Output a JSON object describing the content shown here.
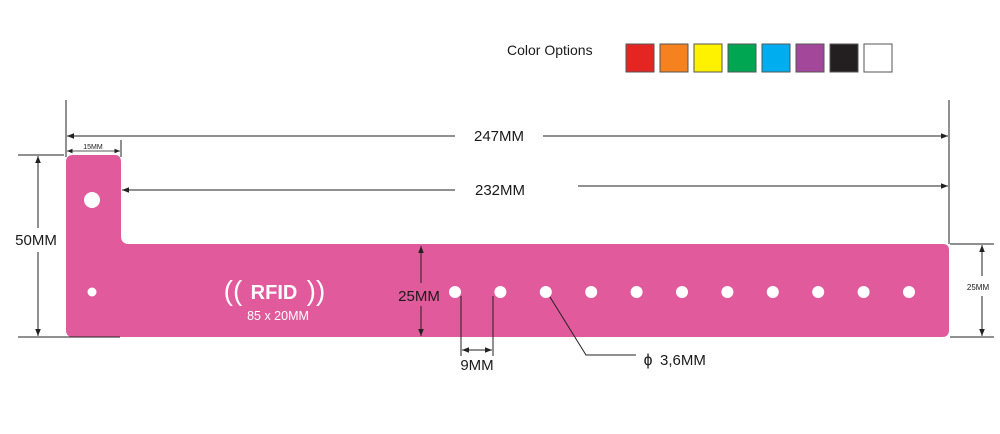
{
  "color_options": {
    "label": "Color Options",
    "swatches": [
      {
        "name": "red",
        "hex": "#e52521"
      },
      {
        "name": "orange",
        "hex": "#f5821f"
      },
      {
        "name": "yellow",
        "hex": "#fff200"
      },
      {
        "name": "green",
        "hex": "#00a651"
      },
      {
        "name": "blue",
        "hex": "#00aeef"
      },
      {
        "name": "purple",
        "hex": "#a3479a"
      },
      {
        "name": "black",
        "hex": "#231f20"
      },
      {
        "name": "white",
        "hex": "#ffffff"
      }
    ]
  },
  "band": {
    "color": "#e05a9c",
    "hole_color": "#ffffff"
  },
  "dimensions": {
    "total_length": "247MM",
    "strap_length": "232MM",
    "tab_width": "15MM",
    "total_height": "50MM",
    "strap_height": "25MM",
    "right_height": "25MM",
    "hole_spacing": "9MM",
    "hole_diameter": "3,6MM",
    "diameter_symbol": "ɸ"
  },
  "rfid": {
    "label": "RFID",
    "size": "85 x 20MM"
  }
}
